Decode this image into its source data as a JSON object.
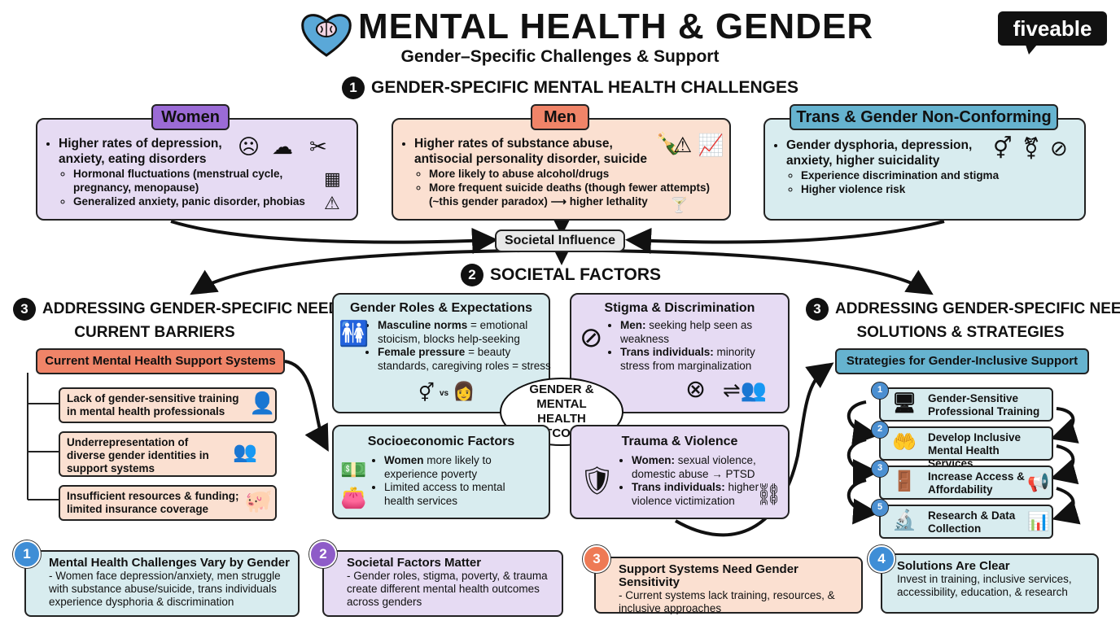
{
  "header": {
    "title": "MENTAL HEALTH & GENDER",
    "subtitle": "Gender–Specific Challenges & Support",
    "logo": "fiveable"
  },
  "section1": {
    "num": "1",
    "title": "GENDER-SPECIFIC MENTAL HEALTH CHALLENGES",
    "women": {
      "tag": "Women",
      "main": "Higher rates of depression, anxiety, eating disorders",
      "subs": [
        "Hormonal fluctuations (menstrual cycle, pregnancy, menopause)",
        "Generalized anxiety, panic disorder, phobias"
      ]
    },
    "men": {
      "tag": "Men",
      "main": "Higher rates of substance abuse, antisocial personality disorder, suicide",
      "subs": [
        "More likely to abuse alcohol/drugs",
        "More frequent suicide deaths (though fewer attempts) (~this gender paradox) ⟶ higher lethality"
      ]
    },
    "trans": {
      "tag": "Trans & Gender Non-Conforming",
      "main": "Gender dysphoria, depression, anxiety, higher suicidality",
      "subs": [
        "Experience discrimination and stigma",
        "Higher violence risk"
      ]
    }
  },
  "societal_influence": "Societal Influence",
  "section2": {
    "num": "2",
    "title": "SOCIETAL FACTORS",
    "center": "GENDER & MENTAL HEALTH OUTCOMES",
    "roles": {
      "title": "Gender Roles & Expectations",
      "b1_bold": "Masculine norms",
      "b1_rest": " = emotional stoicism, blocks help-seeking",
      "b2_bold": "Female pressure",
      "b2_rest": " = beauty standards, caregiving roles = stress",
      "vs": "vs"
    },
    "stigma": {
      "title": "Stigma & Discrimination",
      "b1_bold": "Men:",
      "b1_rest": " seeking help seen as weakness",
      "b2_bold": "Trans individuals:",
      "b2_rest": " minority stress from marginalization"
    },
    "socio": {
      "title": "Socioeconomic Factors",
      "b1_bold": "Women",
      "b1_rest": " more likely to experience poverty",
      "b2": "Limited access to mental health services"
    },
    "trauma": {
      "title": "Trauma & Violence",
      "b1_bold": "Women:",
      "b1_rest": " sexual violence, domestic abuse → PTSD",
      "b2_bold": "Trans individuals:",
      "b2_rest": " higher violence victimization"
    }
  },
  "section3_left": {
    "num": "3",
    "title": "ADDRESSING GENDER-SPECIFIC NEEDS",
    "subtitle": "CURRENT BARRIERS",
    "header": "Current Mental Health Support Systems",
    "items": [
      "Lack of gender-sensitive training in mental health professionals",
      "Underrepresentation of diverse gender identities in support systems",
      "Insufficient resources & funding; limited insurance coverage"
    ]
  },
  "section3_right": {
    "num": "3",
    "title": "ADDRESSING GENDER-SPECIFIC NEEDS",
    "subtitle": "SOLUTIONS & STRATEGIES",
    "header": "Strategies for Gender-Inclusive Support",
    "items": [
      {
        "num": "1",
        "label": "Gender-Sensitive Professional Training"
      },
      {
        "num": "2",
        "label": "Develop Inclusive Mental Health Services"
      },
      {
        "num": "3",
        "label": "Increase Access & Affordability"
      },
      {
        "num": "5",
        "label": "Research & Data Collection"
      }
    ]
  },
  "takeaways": [
    {
      "num": "1",
      "title": "Mental Health Challenges Vary by Gender",
      "text": "- Women face depression/anxiety, men struggle with substance abuse/suicide, trans individuals experience dysphoria & discrimination"
    },
    {
      "num": "2",
      "title": "Societal Factors Matter",
      "text": "- Gender roles, stigma, poverty, & trauma create different mental health outcomes across genders"
    },
    {
      "num": "3",
      "title": "Support Systems Need Gender Sensitivity",
      "text": "- Current systems lack training, resources, & inclusive approaches"
    },
    {
      "num": "4",
      "title": "Solutions Are Clear",
      "text": "Invest in training, inclusive services, accessibility, education, & research"
    }
  ],
  "colors": {
    "purple_tag": "#9b6bd6",
    "peach_tag": "#f08468",
    "teal_tag": "#66b3cf",
    "blue_num": "#3f8ed6",
    "purple_num": "#8e5cc8",
    "orange_num": "#ee7a55"
  }
}
